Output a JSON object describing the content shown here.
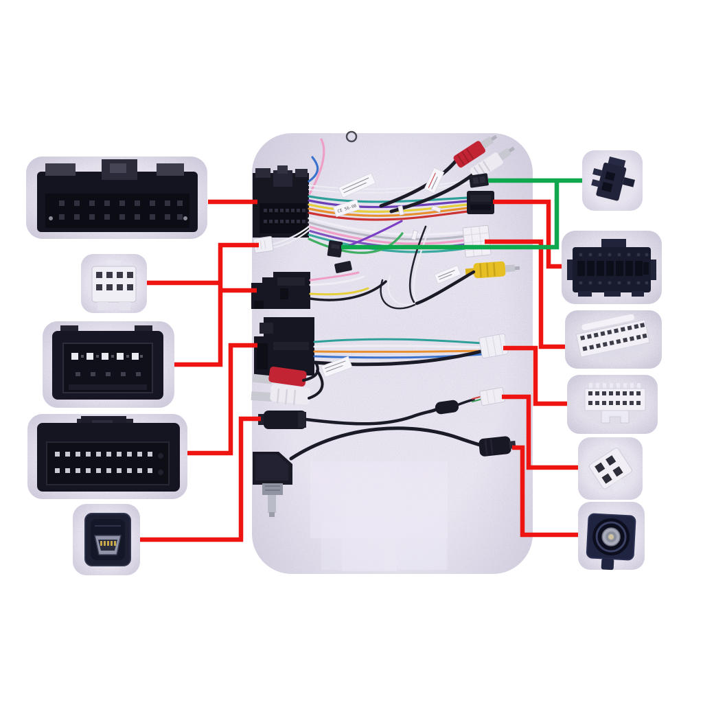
{
  "title": "car-stereo-wiring-harness-adapter-connectors-photo-diagram",
  "colors": {
    "page_background": "#ffffff",
    "leader_line_red": "#ee1411",
    "leader_line_green": "#0fa84f",
    "foam_base": "#d7d2e3",
    "foam_light": "#e6e1f0",
    "connector_black": "#171722",
    "connector_navy": "#1f2440",
    "connector_white": "#f1eff6",
    "rca_red": "#c32433",
    "rca_white": "#edebf1",
    "rca_yellow": "#e6bf24",
    "metal_silver": "#c6c6ce"
  },
  "stickers": {
    "label_1": "CE 56-08"
  },
  "callouts": {
    "left": [
      {
        "name": "quadlock-40pin-black-connector"
      },
      {
        "name": "white-8pin-connector"
      },
      {
        "name": "black-12pin-connector"
      },
      {
        "name": "black-24pin-connector"
      },
      {
        "name": "mini-usb-plug"
      }
    ],
    "right": [
      {
        "name": "black-2pin-connector"
      },
      {
        "name": "black-16pin-power-connector"
      },
      {
        "name": "white-20pin-connector-angled"
      },
      {
        "name": "white-20pin-connector"
      },
      {
        "name": "white-4pin-connector"
      },
      {
        "name": "fakra-antenna-connector"
      }
    ]
  }
}
